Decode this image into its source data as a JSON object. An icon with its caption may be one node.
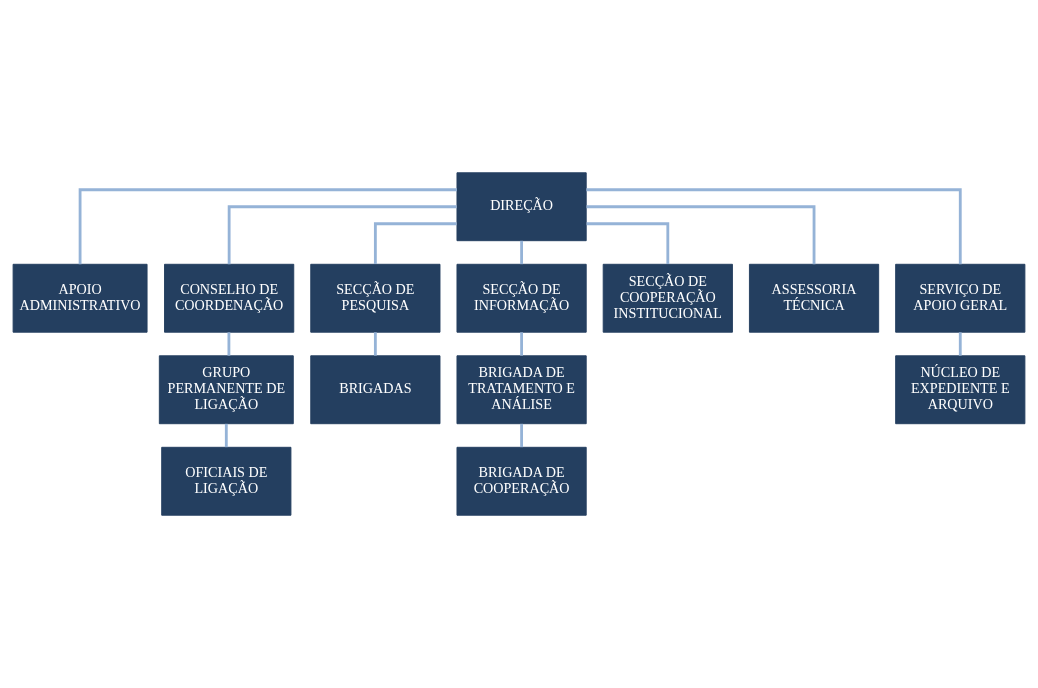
{
  "diagram": {
    "nodes": [
      {
        "text": [
          "DIREÇÃO"
        ]
      },
      {
        "text": [
          "APOIO ADMINISTRATIVO"
        ]
      },
      {
        "text": [
          "CONSELHO DE COORDENAÇÃO"
        ]
      },
      {
        "text": [
          "GRUPO PERMANENTE DE LIGAÇÃO"
        ]
      },
      {
        "text": [
          "OFICIAIS DE LIGAÇÃO"
        ]
      },
      {
        "text": [
          "SECÇÃO DE PESQUISA"
        ]
      },
      {
        "text": [
          "BRIGADAS"
        ]
      },
      {
        "text": [
          "SECÇÃO DE INFORMAÇÃO"
        ]
      },
      {
        "text": [
          "BRIGADA DE TRATAMENTO E ANÁLISE"
        ]
      },
      {
        "text": [
          "BRIGADA DE COOPERAÇÃO"
        ]
      },
      {
        "text": [
          "SECÇÃO DE COOPERAÇÃO INSTITUCIONAL"
        ]
      },
      {
        "text": [
          "ASSESSORIA TÉCNICA"
        ]
      },
      {
        "text": [
          "SERVIÇO DE APOIO GERAL"
        ]
      },
      {
        "text": [
          "NÚCLEO DE EXPEDIENTE E ARQUIVO"
        ]
      }
    ],
    "edges": [
      {
        "from": 0,
        "to": 1,
        "arrow": "none"
      },
      {
        "from": 0,
        "to": 2,
        "arrow": "none"
      },
      {
        "from": 0,
        "to": 5,
        "arrow": "none"
      },
      {
        "from": 0,
        "to": 7,
        "arrow": "none"
      },
      {
        "from": 0,
        "to": 10,
        "arrow": "none"
      },
      {
        "from": 0,
        "to": 11,
        "arrow": "none"
      },
      {
        "from": 0,
        "to": 12,
        "arrow": "none"
      },
      {
        "from": 2,
        "to": 3,
        "arrow": "none"
      },
      {
        "from": 3,
        "to": 4,
        "arrow": "none"
      },
      {
        "from": 5,
        "to": 6,
        "arrow": "none"
      },
      {
        "from": 7,
        "to": 8,
        "arrow": "none"
      },
      {
        "from": 8,
        "to": 9,
        "arrow": "none"
      },
      {
        "from": 12,
        "to": 13,
        "arrow": "none"
      }
    ]
  }
}
